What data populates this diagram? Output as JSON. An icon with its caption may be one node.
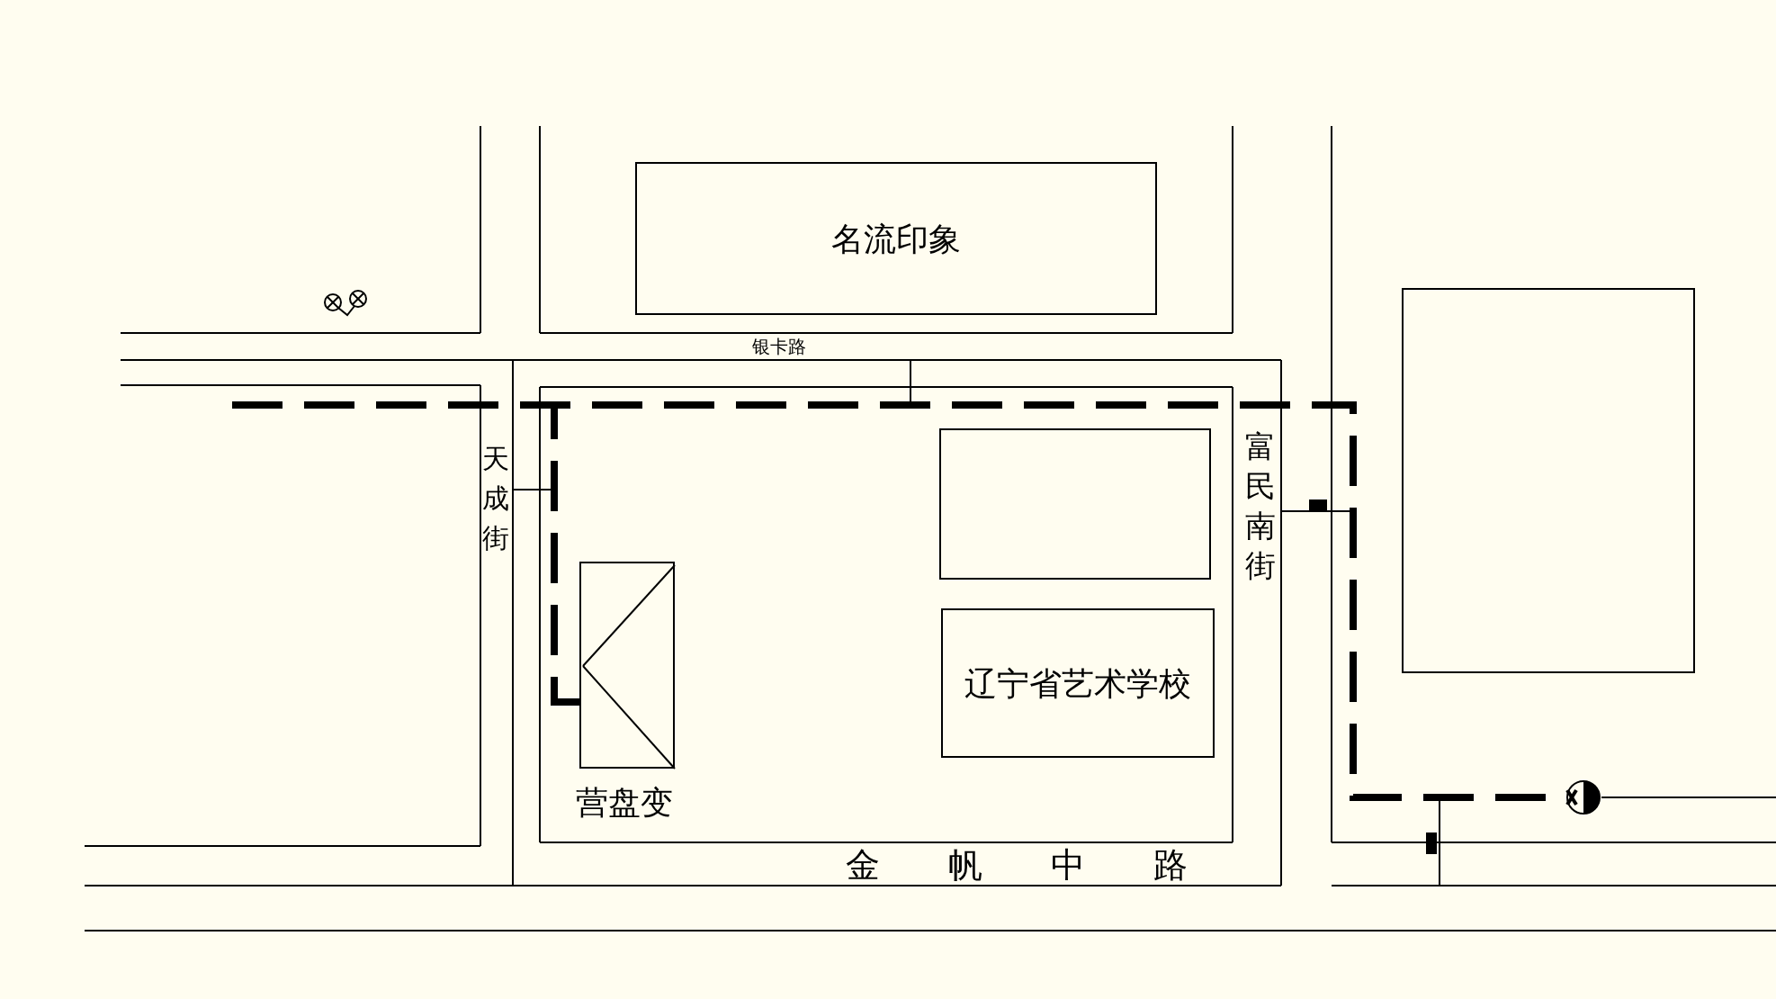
{
  "diagram": {
    "nodes": [
      {
        "text": [
          "名流印象"
        ]
      },
      {
        "text": [],
        "shape": "box"
      },
      {
        "text": [
          "辽宁省艺术学校"
        ]
      },
      {
        "text": [
          "营盘变"
        ]
      },
      {
        "text": [],
        "shape": "circle"
      },
      {
        "text": [],
        "shape": "box"
      }
    ],
    "edges": [
      {
        "from": 3,
        "to": 4,
        "arrow": "none",
        "style": "dashed"
      },
      {
        "from": null,
        "to": 4,
        "arrow": "none",
        "style": "dashed"
      }
    ],
    "labels": [
      "银卡路",
      "天成街",
      "富民南街",
      "金帆中路"
    ]
  }
}
